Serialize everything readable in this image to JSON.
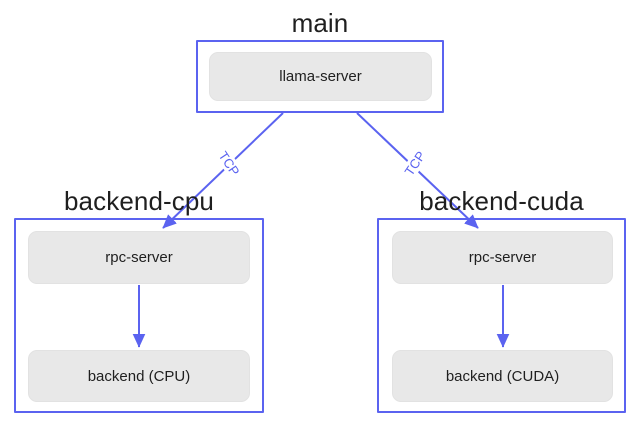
{
  "diagram": {
    "type": "flowchart",
    "background_color": "#ffffff",
    "accent_color": "#5b63f0",
    "node_fill_color": "#e8e8e8",
    "text_color": "#1f1f1f",
    "clusters": [
      {
        "id": "main",
        "title": "main",
        "nodes": [
          {
            "id": "llama-server",
            "label": "llama-server"
          }
        ]
      },
      {
        "id": "backend-cpu",
        "title": "backend-cpu",
        "nodes": [
          {
            "id": "rpc-server-cpu",
            "label": "rpc-server"
          },
          {
            "id": "backend-cpu-node",
            "label": "backend (CPU)"
          }
        ]
      },
      {
        "id": "backend-cuda",
        "title": "backend-cuda",
        "nodes": [
          {
            "id": "rpc-server-cuda",
            "label": "rpc-server"
          },
          {
            "id": "backend-cuda-node",
            "label": "backend (CUDA)"
          }
        ]
      }
    ],
    "edges": [
      {
        "id": "edge-llama-to-rpc-cpu",
        "from": "llama-server",
        "to": "rpc-server-cpu",
        "label": "TCP"
      },
      {
        "id": "edge-llama-to-rpc-cuda",
        "from": "llama-server",
        "to": "rpc-server-cuda",
        "label": "TCP"
      },
      {
        "id": "edge-rpc-to-backend-cpu",
        "from": "rpc-server-cpu",
        "to": "backend-cpu-node",
        "label": ""
      },
      {
        "id": "edge-rpc-to-backend-cuda",
        "from": "rpc-server-cuda",
        "to": "backend-cuda-node",
        "label": ""
      }
    ]
  }
}
